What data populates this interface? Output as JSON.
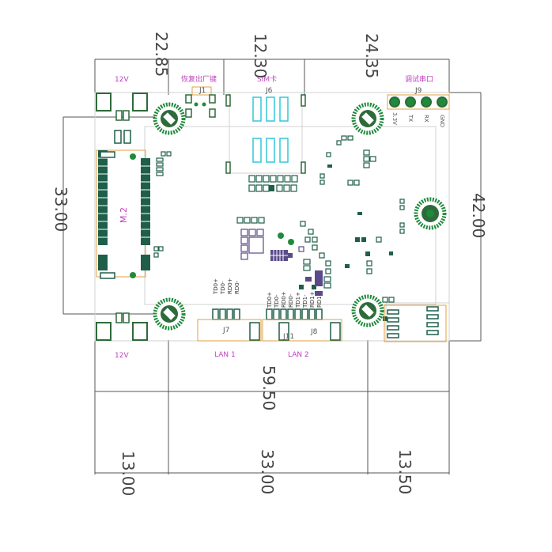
{
  "dimensions": {
    "top_left": "22.85",
    "top_mid": "12.30",
    "top_right": "24.35",
    "left_height": "33.00",
    "right_height": "42.00",
    "total_width": "59.50",
    "bottom_left": "13.00",
    "bottom_mid": "33.00",
    "bottom_right": "13.50"
  },
  "labels": {
    "power_top": "12V",
    "power_bottom": "12V",
    "reset_title": "恢复出厂键",
    "reset_ref": "J1",
    "sim_title": "SIM卡",
    "sim_ref": "J6",
    "debug_title": "调试串口",
    "debug_ref": "J9",
    "debug_pins": [
      "3.3V",
      "TX",
      "RX",
      "GND"
    ],
    "m2": "M.2",
    "lan1_pins": [
      "TD0+",
      "TD0-",
      "RD0+",
      "RD0-"
    ],
    "lan2_pins": [
      "TD0+",
      "TD0-",
      "RD0+",
      "RD0-",
      "TD1+",
      "TD1-",
      "RD1+",
      "RD1-"
    ],
    "j7": "J7",
    "j11": "J11",
    "j8": "J8",
    "lan1": "LAN 1",
    "lan2": "LAN 2"
  },
  "colors": {
    "dimension_line": "#555555",
    "outline": "#d8d8d8",
    "pad_fill": "#2e6b3a",
    "pad_ring": "#1e8a3a",
    "component": "#1f5f4a",
    "purple": "#5a4a8a",
    "cyan": "#30c8d8",
    "magenta_text": "#c040c0",
    "orange_outline": "#e0a040"
  }
}
